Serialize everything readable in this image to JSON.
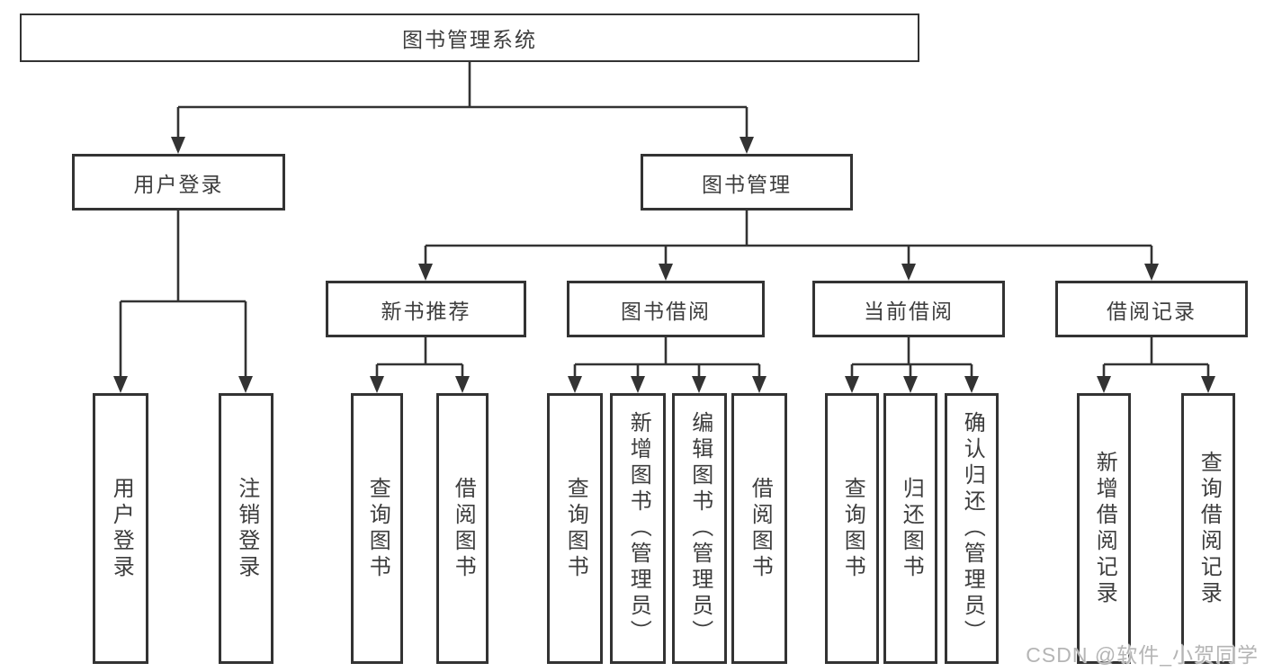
{
  "diagram": {
    "root": {
      "label": "图书管理系统"
    },
    "branches": [
      {
        "label": "用户登录",
        "children": [
          {
            "label": "用户登录"
          },
          {
            "label": "注销登录"
          }
        ]
      },
      {
        "label": "图书管理",
        "groups": [
          {
            "label": "新书推荐",
            "children": [
              {
                "label": "查询图书"
              },
              {
                "label": "借阅图书"
              }
            ]
          },
          {
            "label": "图书借阅",
            "children": [
              {
                "label": "查询图书"
              },
              {
                "label": "新增图书（管理员）"
              },
              {
                "label": "编辑图书（管理员）"
              },
              {
                "label": "借阅图书"
              }
            ]
          },
          {
            "label": "当前借阅",
            "children": [
              {
                "label": "查询图书"
              },
              {
                "label": "归还图书"
              },
              {
                "label": "确认归还（管理员）"
              }
            ]
          },
          {
            "label": "借阅记录",
            "children": [
              {
                "label": "新增借阅记录"
              },
              {
                "label": "查询借阅记录"
              }
            ]
          }
        ]
      }
    ]
  },
  "watermark": {
    "text": "CSDN @软件_小贺同学"
  },
  "colors": {
    "line": "#333333",
    "box_border": "#333333",
    "text": "#3d3d3d",
    "background": "#ffffff",
    "watermark": "#b5b5b5"
  }
}
